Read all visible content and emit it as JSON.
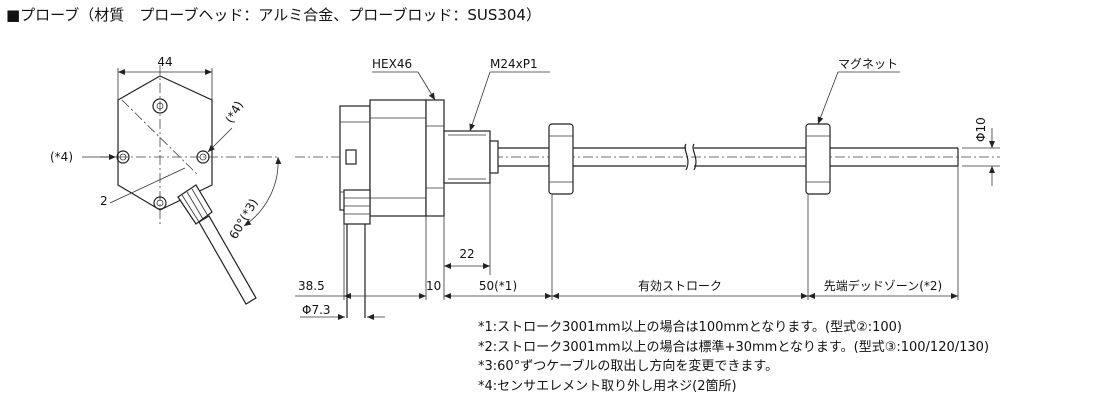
{
  "title": "■プローブ（材質　プローブヘッド：アルミ合金、プローブロッド：SUS304）",
  "labels": {
    "width_44": "44",
    "star4_left": "(*4)",
    "star4_right": "(*4)",
    "two": "2",
    "angle60": "60°(*3)",
    "hex46": "HEX46",
    "m24": "M24xP1",
    "magnet": "マグネット",
    "phi10": "Φ10",
    "d22": "22",
    "d38": "38.5",
    "d10": "10",
    "d50": "50(*1)",
    "stroke": "有効ストローク",
    "dead": "先端デッドゾーン(*2)",
    "phi73": "Φ7.3"
  },
  "notes": [
    "*1:ストローク3001mm以上の場合は100mmとなります。(型式②:100)",
    "*2:ストローク3001mm以上の場合は標準+30mmとなります。(型式③:100/120/130)",
    "*3:60°ずつケーブルの取出し方向を変更できます。",
    "*4:センサエレメント取り外し用ネジ(2箇所)"
  ]
}
